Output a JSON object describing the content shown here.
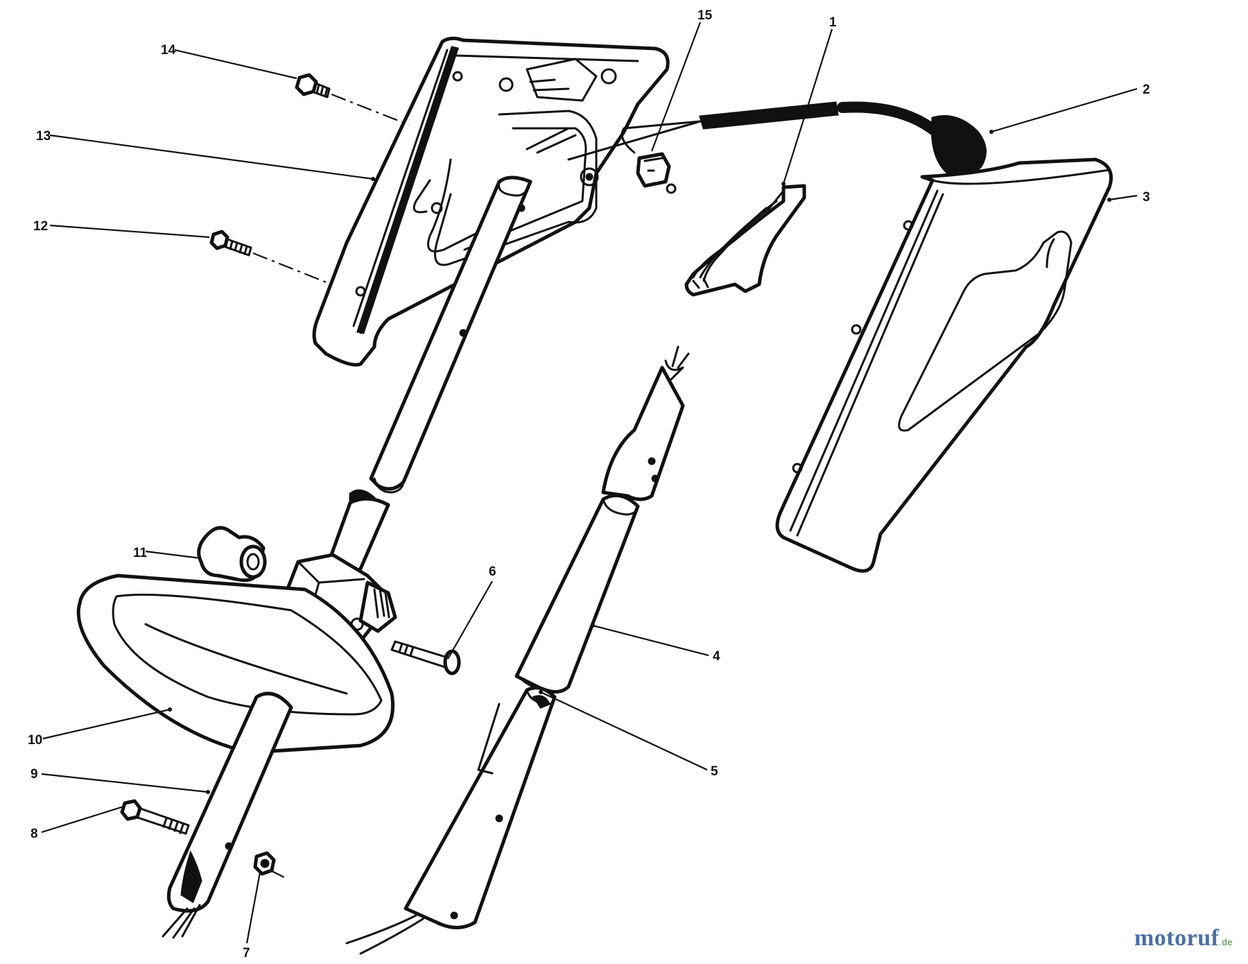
{
  "callouts": {
    "c1": "1",
    "c2": "2",
    "c3": "3",
    "c4": "4",
    "c5": "5",
    "c6": "6",
    "c7": "7",
    "c8": "8",
    "c9": "9",
    "c10": "10",
    "c11": "11",
    "c12": "12",
    "c13": "13",
    "c14": "14",
    "c15": "15"
  },
  "watermark": {
    "brand": "motoruf",
    "tld": ".de"
  },
  "colors": {
    "ink": "#111111",
    "paper": "#ffffff",
    "brand_blue": "#4a6fa5",
    "brand_green": "#3f8a3a"
  }
}
